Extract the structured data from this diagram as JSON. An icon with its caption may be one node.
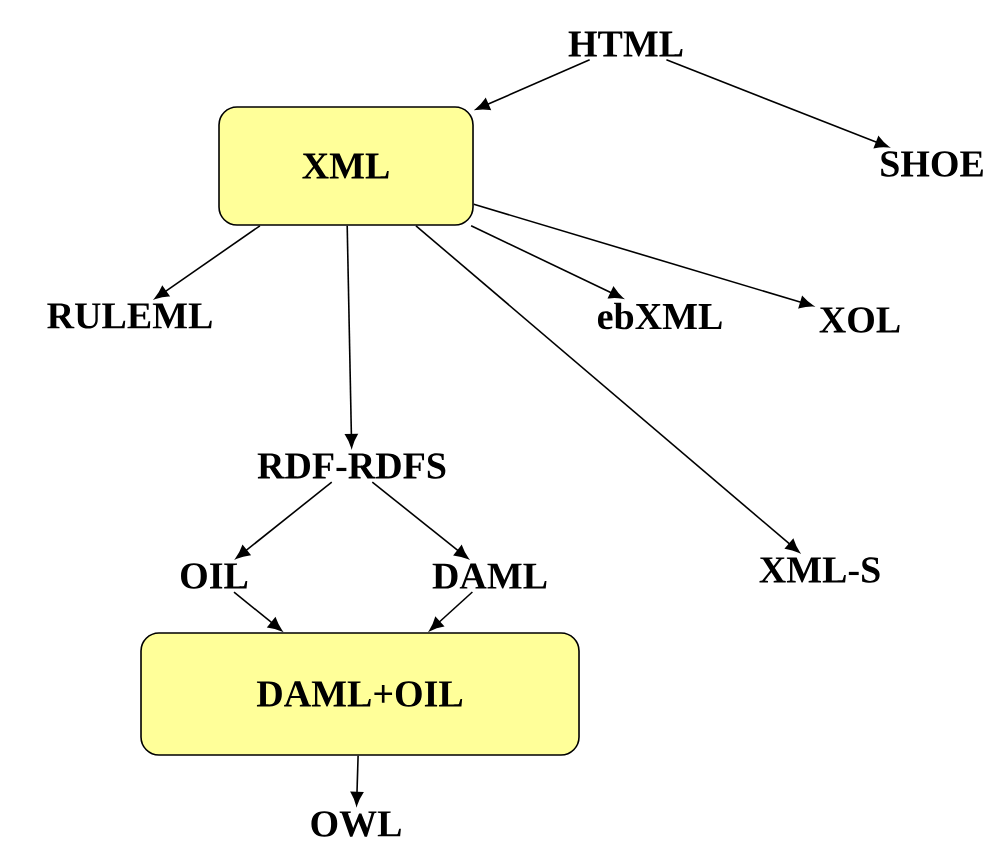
{
  "diagram": {
    "nodes": [
      {
        "text": [
          "HTML"
        ]
      },
      {
        "text": [
          "XML"
        ]
      },
      {
        "text": [
          "SHOE"
        ]
      },
      {
        "text": [
          "RULEML"
        ]
      },
      {
        "text": [
          "ebXML"
        ]
      },
      {
        "text": [
          "XOL"
        ]
      },
      {
        "text": [
          "RDF-RDFS"
        ]
      },
      {
        "text": [
          "XML-S"
        ]
      },
      {
        "text": [
          "OIL"
        ]
      },
      {
        "text": [
          "DAML"
        ]
      },
      {
        "text": [
          "DAML+OIL"
        ]
      },
      {
        "text": [
          "OWL"
        ]
      }
    ],
    "edges": [
      {
        "from": 0,
        "to": 1,
        "arrow": "to"
      },
      {
        "from": 0,
        "to": 2,
        "arrow": "to"
      },
      {
        "from": 1,
        "to": 3,
        "arrow": "to"
      },
      {
        "from": 1,
        "to": 4,
        "arrow": "to"
      },
      {
        "from": 1,
        "to": 5,
        "arrow": "to"
      },
      {
        "from": 1,
        "to": 6,
        "arrow": "to"
      },
      {
        "from": 1,
        "to": 7,
        "arrow": "to"
      },
      {
        "from": 6,
        "to": 8,
        "arrow": "to"
      },
      {
        "from": 6,
        "to": 9,
        "arrow": "to"
      },
      {
        "from": 8,
        "to": 10,
        "arrow": "to"
      },
      {
        "from": 9,
        "to": 10,
        "arrow": "to"
      },
      {
        "from": 10,
        "to": 11,
        "arrow": "to"
      }
    ]
  }
}
